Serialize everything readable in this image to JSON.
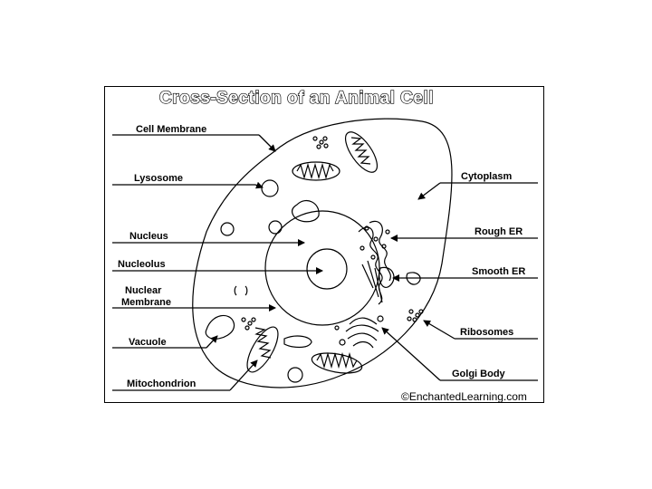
{
  "diagram": {
    "title": "Cross-Section of an Animal Cell",
    "credit": "©EnchantedLearning.com",
    "labels": {
      "cell_membrane": "Cell Membrane",
      "lysosome": "Lysosome",
      "nucleus": "Nucleus",
      "nucleolus": "Nucleolus",
      "nuclear_membrane_line1": "Nuclear",
      "nuclear_membrane_line2": "Membrane",
      "vacuole": "Vacuole",
      "mitochondrion": "Mitochondrion",
      "cytoplasm": "Cytoplasm",
      "rough_er": "Rough ER",
      "smooth_er": "Smooth ER",
      "ribosomes": "Ribosomes",
      "golgi_body": "Golgi Body"
    }
  }
}
